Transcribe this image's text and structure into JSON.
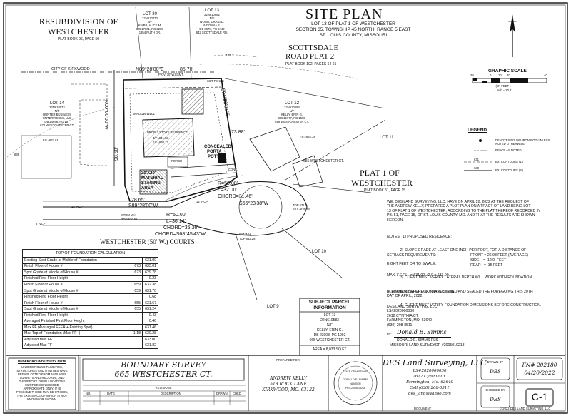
{
  "site_plan": {
    "title": "SITE PLAN",
    "subtitle_1": "LOT 13 OF PLAT 1 OF WESTCHESTER",
    "subtitle_2": "SECTION 35, TOWNSHIP 45 NORTH, RANGE 5 EAST",
    "subtitle_3": "ST. LOUIS COUNTY, MISSOURI"
  },
  "resubdivision": {
    "title_1": "RESUBDIVISION OF",
    "title_2": "WESTCHESTER",
    "plat": "PLAT BOOK 96, PAGE 59"
  },
  "scottsdale": {
    "title_1": "SCOTTSDALE",
    "title_2": "ROAD PLAT 2",
    "plat": "PLAT BOOK 102, PAGES 64-65"
  },
  "lot30": {
    "lines": [
      "LOT 30",
      "22N610770",
      "N/F",
      "KNIBB, ALICE M.",
      "DB 17601, PG 2250",
      "1354 RUTH DR."
    ]
  },
  "lot13_top": {
    "lines": [
      "LOT 13",
      "22N610682",
      "N/F",
      "WOOD, CRAIG D.",
      "& DONNA S.",
      "DB 8678, PG 2442",
      "642 SCOTTSDALE RD."
    ]
  },
  "lot14": {
    "lines": [
      "LOT 14",
      "22N610572",
      "N/F",
      "HUNTER BUSINESS",
      "ENTERPRISES, LLC",
      "DB 24698, PG 537",
      "673 WESTCHESTER CT."
    ]
  },
  "lot12": {
    "lines": [
      "LOT 12",
      "22N610594",
      "N/F",
      "KELLY, ERIN G.",
      "DB 12777, PG 1555",
      "659 WESTCHESTER CT."
    ]
  },
  "lot11": "LOT 11",
  "lot10": "LOT 10",
  "lot9": "LOT 9",
  "plat1": {
    "title_1": "PLAT 1 OF",
    "title_2": "WESTCHESTER",
    "plat": "PLAT BOOK 51, PAGE 15"
  },
  "westchester_courts": "WESTCHESTER (50' W.) COURTS",
  "address_655": "655 WESTCHESTER CT.",
  "city_line": "CITY OF KIRKWOOD",
  "bearings": {
    "north": "N89°28'00\"E",
    "north_dist": "85.70'",
    "esmt": "PRIV. 10' W.ESMT.",
    "east": "S04°58'01\"E",
    "east_dist": "73.88'",
    "west": "N00°00'00\"W",
    "west_dist": "98.50'",
    "south_dist": "28.65'",
    "south": "S89°28'00\"W",
    "curve1_r": "R=50.00'",
    "curve1_l": "L=32.00'",
    "curve1_chord": "CHORD=31.46'",
    "curve1_bearing": "S66°23'38\"W",
    "curve2_r": "R=50.00'",
    "curve2_l": "L=36.14'",
    "curve2_chord": "CHORD=35.36'",
    "curve2_bearing": "CHORD=S68°45'43\"W"
  },
  "plan_labels": {
    "silt_fence": "SILT FENCE",
    "concealed": "CONCEALED",
    "porta": "PORTA",
    "potty": "POTTY",
    "staging_1": "20'X20'",
    "staging_2": "MATERIAL",
    "staging_3": "STAGING",
    "staging_4": "AREA",
    "house": "PROP. 2 STORY RESIDENCE",
    "house_tf": "T/F=631.62",
    "house_ff": "F.F.=630.12",
    "porch": "PORCH",
    "drive": "CONC.",
    "window_well": "WINDOW WELL",
    "strm_mh": "STRM MH",
    "strm_top": "TOP 630.65",
    "rcp_12": "12\" RCP",
    "rcp_12b": "12\" RCP",
    "vcp": "8\" VCP",
    "san_mh": "SAN MH",
    "san_top": "TOP 632.28",
    "elev_a": "TOP 631.24",
    "elev_b": "SILL=630.74",
    "ff_1": "F.F.=632.38",
    "ff_2": "F.F.=633.61",
    "contour_634": "634",
    "contour_635": "635"
  },
  "graphic_scale": {
    "title": "GRAPHIC SCALE",
    "ticks": [
      "20",
      "0",
      "10",
      "20",
      "40"
    ],
    "unit": "( IN FEET )",
    "ratio": "1 inch = 20 ft."
  },
  "legend": {
    "title": "LEGEND",
    "items": [
      {
        "label": "DENOTES FOUND IRON ROD UNLESS NOTED OTHERWISE",
        "mark": "●"
      },
      {
        "label": "FENCE AS NOTED",
        "mark": "—x—"
      },
      {
        "label": "EX. CONTOURS (1')",
        "mark": "631"
      },
      {
        "label": "EX. CONTOURS (5')",
        "mark": "630"
      }
    ]
  },
  "certification": [
    "WE, DES LAND SURVEYING, LLC, HAVE ON APRIL 20, 2022 AT THE REQUEST OF",
    "THE ANDREW KELLY, PREPARED A PLOT PLAN ON A TRACT OF LAND BEING LOT",
    "13 OF PLAT 1 OF WESTCHESTER, ACCORDING TO THE PLAT THEREOF RECORDED IN",
    "PB. 51, PAGE 15, OF ST. LOUIS COUNTY, MO. AND THAT THE RESULTS ARE SHOWN",
    "HEREON."
  ],
  "notes": [
    "NOTES:  1) PROPOSED RESIDENCE:",
    "             2) SLOPE GRADE AT LEAST ONE INCH PER FOOT, FOR A DISTANCE OF",
    "EIGHT FEET OR TO SWALE.",
    "             3) CLIENT MUST VERIFY LATERAL DEPTH WILL WORK WITH FOUNDATION",
    "ELEVATION BEFORE CONSTRUCTION.",
    "             4) CLIENT MUST VERIFY FOUNDATION DIMENSIONS BEFORE CONSTRUCTION."
  ],
  "setbacks": {
    "label": "SETBACK REQUIREMENTS:",
    "front": "- FRONT = 26.98 FEET (AVERAGE)",
    "side": "- SIDE    =  12.0  FEET",
    "rear": "- REAR   =  35 FEET"
  },
  "max_fffh": "MAX. F.F.F.H. = 631.00 +2.0 = 633.00",
  "witness": [
    "IN WITNESS WHEREOF, I HAVE SIGNED AND SEALED THE FOREGOING THIS 20TH",
    "DAY OF APRIL, 2022."
  ],
  "company_block": [
    "DES LAND SURVEYING, LLC",
    "LS#2020000030",
    "2612 CYNTHIA CT.",
    "FARMINGTON, MO. 63640",
    "(630)-208-8511"
  ],
  "signature": {
    "script": "Donald E. Simms",
    "by": "BY:",
    "name": "DONALD E. SIMMS PLS",
    "license": "MISSOURI LAND SURVEYOR #2005019218"
  },
  "subject_parcel": {
    "title_1": "SUBJECT PARCEL",
    "title_2": "INFORMATION",
    "lines": [
      "LOT 13",
      "22N610583",
      "N/F",
      "KELLY, ERIN G.",
      "DB 23908, PG 1992",
      "665 WESTCHESTER CT."
    ],
    "area": "AREA = 8,033 SQ.FT."
  },
  "foundation_calc": {
    "header": "TOP OF FOUNDATION CALCULATION",
    "rows": [
      {
        "label": "Existing Spot Grade at Middle of Foundation",
        "a": "",
        "v": "631.00"
      },
      {
        "label": "Finish Floor of House #",
        "a": "673",
        "v": "633.01"
      },
      {
        "label": "Spot Grade at Middle of House #",
        "a": "673",
        "v": "629.78"
      },
      {
        "label": "Finished First Floor Height",
        "a": "",
        "v": "0.23"
      },
      {
        "label": "Finish Floor of House #",
        "a": "659",
        "v": "632.38"
      },
      {
        "label": "Spot Grade at Middle of House #",
        "a": "659",
        "v": "631.70"
      },
      {
        "label": "Finished First Floor Height",
        "a": "",
        "v": "0.68"
      },
      {
        "label": "Finish Floor of House #",
        "a": "655",
        "v": "631.67"
      },
      {
        "label": "Spot Grade at Middle of House #",
        "a": "655",
        "v": "631.24"
      },
      {
        "label": "Finished First Floor Height",
        "a": "",
        "v": "0.43"
      },
      {
        "label": "Averaged Finished First Floor Height",
        "a": "",
        "v": "0.46"
      },
      {
        "label": "Max FF (Averaged FFFH + Existing Spot)",
        "a": "",
        "v": "631.46"
      },
      {
        "label": "Max Top of Foundation (Max FF -)",
        "a": "1.18",
        "v": "630.28"
      },
      {
        "label": "Adjusted Max FF",
        "a": "",
        "v": "633.00"
      },
      {
        "label": "Adjusted Max TF",
        "a": "",
        "v": "631.82"
      }
    ]
  },
  "utility_note": {
    "title": "UNDERGROUND UTILITY NOTE",
    "lines": [
      "UNDERGROUND FACILITIES,",
      "STRUCTURES AND UTILITIES HAVE",
      "BEEN PLOTTED FROM AVAILABLE",
      "SURVEYS AND RECORDS, AND",
      "THEREFORE THEIR LOCATIONS",
      "MUST BE CONSIDERED",
      "APPROXIMATE ONLY. IT IS",
      "POSSIBLE THERE MAY BE OTHERS,",
      "THE EXISTENCE OF WHICH IS NOT",
      "KNOWN OR SHOWN."
    ]
  },
  "title_block": {
    "title_1": "BOUNDARY SURVEY",
    "title_2": "665 WESTCHESTER CT.",
    "revisions": "REVISIONS",
    "col_no": "NO.",
    "col_date": "DATE",
    "col_desc": "DESCRIPTION",
    "col_drawn": "DRAWN",
    "col_checked": "CHKD",
    "prepared_for": "PREPARED FOR:",
    "client_1": "ANDREW KELLY",
    "client_2": "518 ROCK LANE",
    "client_3": "KIRKWOOD, MO. 63122",
    "seal_1": "STATE OF MISSOURI",
    "seal_2": "DONALD E. SIMMS",
    "seal_3": "NUMBER",
    "seal_4": "PLS-2005019218",
    "company_1": "DES Land Surveying, LLC",
    "company_2": "LS#2020000030",
    "company_3": "2612 Cynthia Ct.",
    "company_4": "Farmington, Mo. 63640",
    "company_5": "Cell (630) 208-8511",
    "company_6": "des_land@yahoo.com",
    "drawn_label": "DRAWN BY",
    "drawn": "DES",
    "checked_label": "CHECKED BY",
    "checked": "DES",
    "job": "FN# 202180",
    "date": "04/20/2022",
    "sheet": "C-1",
    "footer_left": "DOCUMENT",
    "footer_right": "© 2022 DES LAND SURVEYING, LLC"
  }
}
